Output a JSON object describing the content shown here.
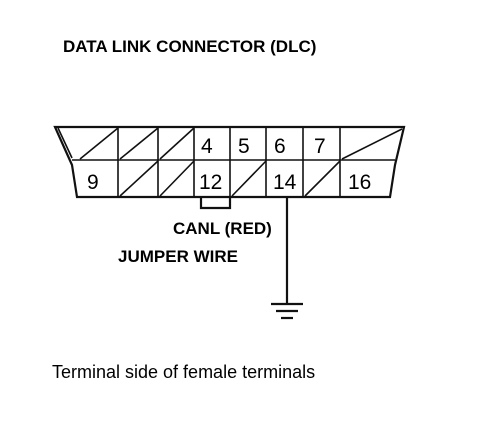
{
  "title": "DATA LINK CONNECTOR (DLC)",
  "pins": {
    "p4": "4",
    "p5": "5",
    "p6": "6",
    "p7": "7",
    "p9": "9",
    "p12": "12",
    "p14": "14",
    "p16": "16"
  },
  "labels": {
    "canl": "CANL (RED)",
    "jumper": "JUMPER WIRE"
  },
  "caption": "Terminal side of female terminals"
}
